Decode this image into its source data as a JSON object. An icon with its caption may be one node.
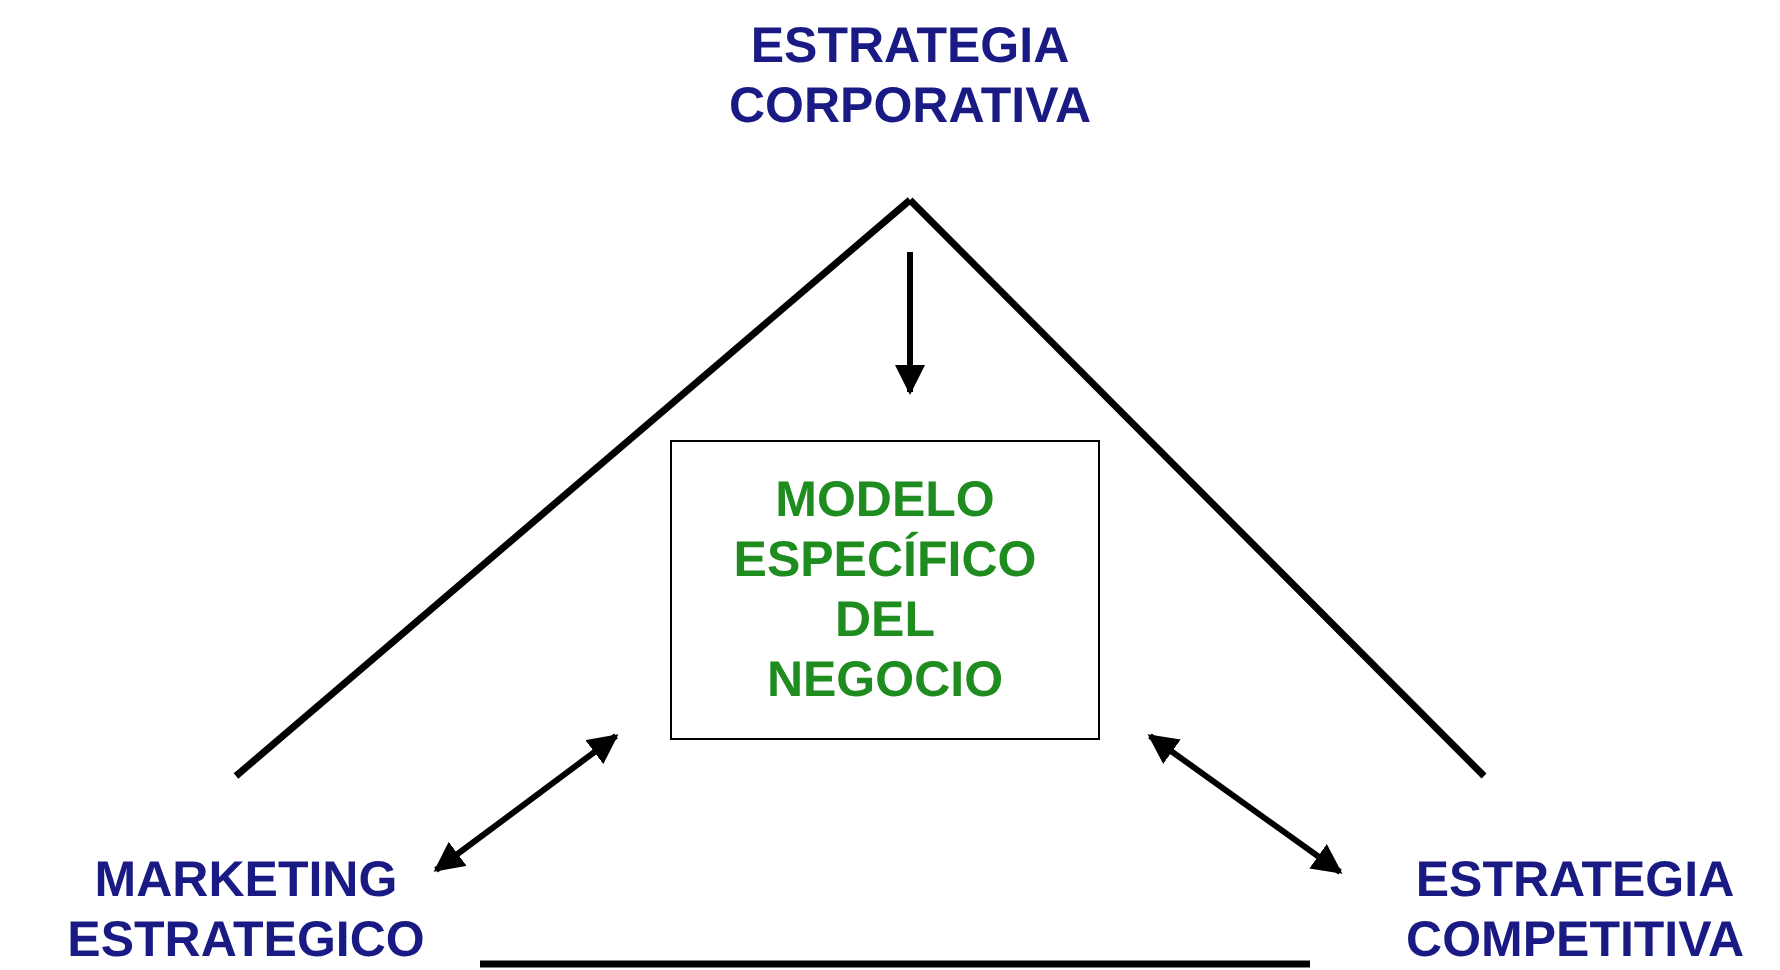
{
  "diagram": {
    "nodes": [
      {
        "text": [
          "ESTRATEGIA CORPORATIVA"
        ]
      },
      {
        "text": [
          "MODELO ESPECÍFICO DEL NEGOCIO"
        ]
      },
      {
        "text": [
          "MARKETING ESTRATEGICO"
        ]
      },
      {
        "text": [
          "ESTRATEGIA COMPETITIVA"
        ]
      }
    ],
    "edges": [
      {
        "from": 0,
        "to": 1,
        "arrow": "to"
      },
      {
        "from": 2,
        "to": 1,
        "arrow": "both"
      },
      {
        "from": 3,
        "to": 1,
        "arrow": "both"
      },
      {
        "from": 0,
        "to": 2,
        "arrow": "none"
      },
      {
        "from": 0,
        "to": 3,
        "arrow": "none"
      },
      {
        "from": 2,
        "to": 3,
        "arrow": "none"
      }
    ]
  }
}
